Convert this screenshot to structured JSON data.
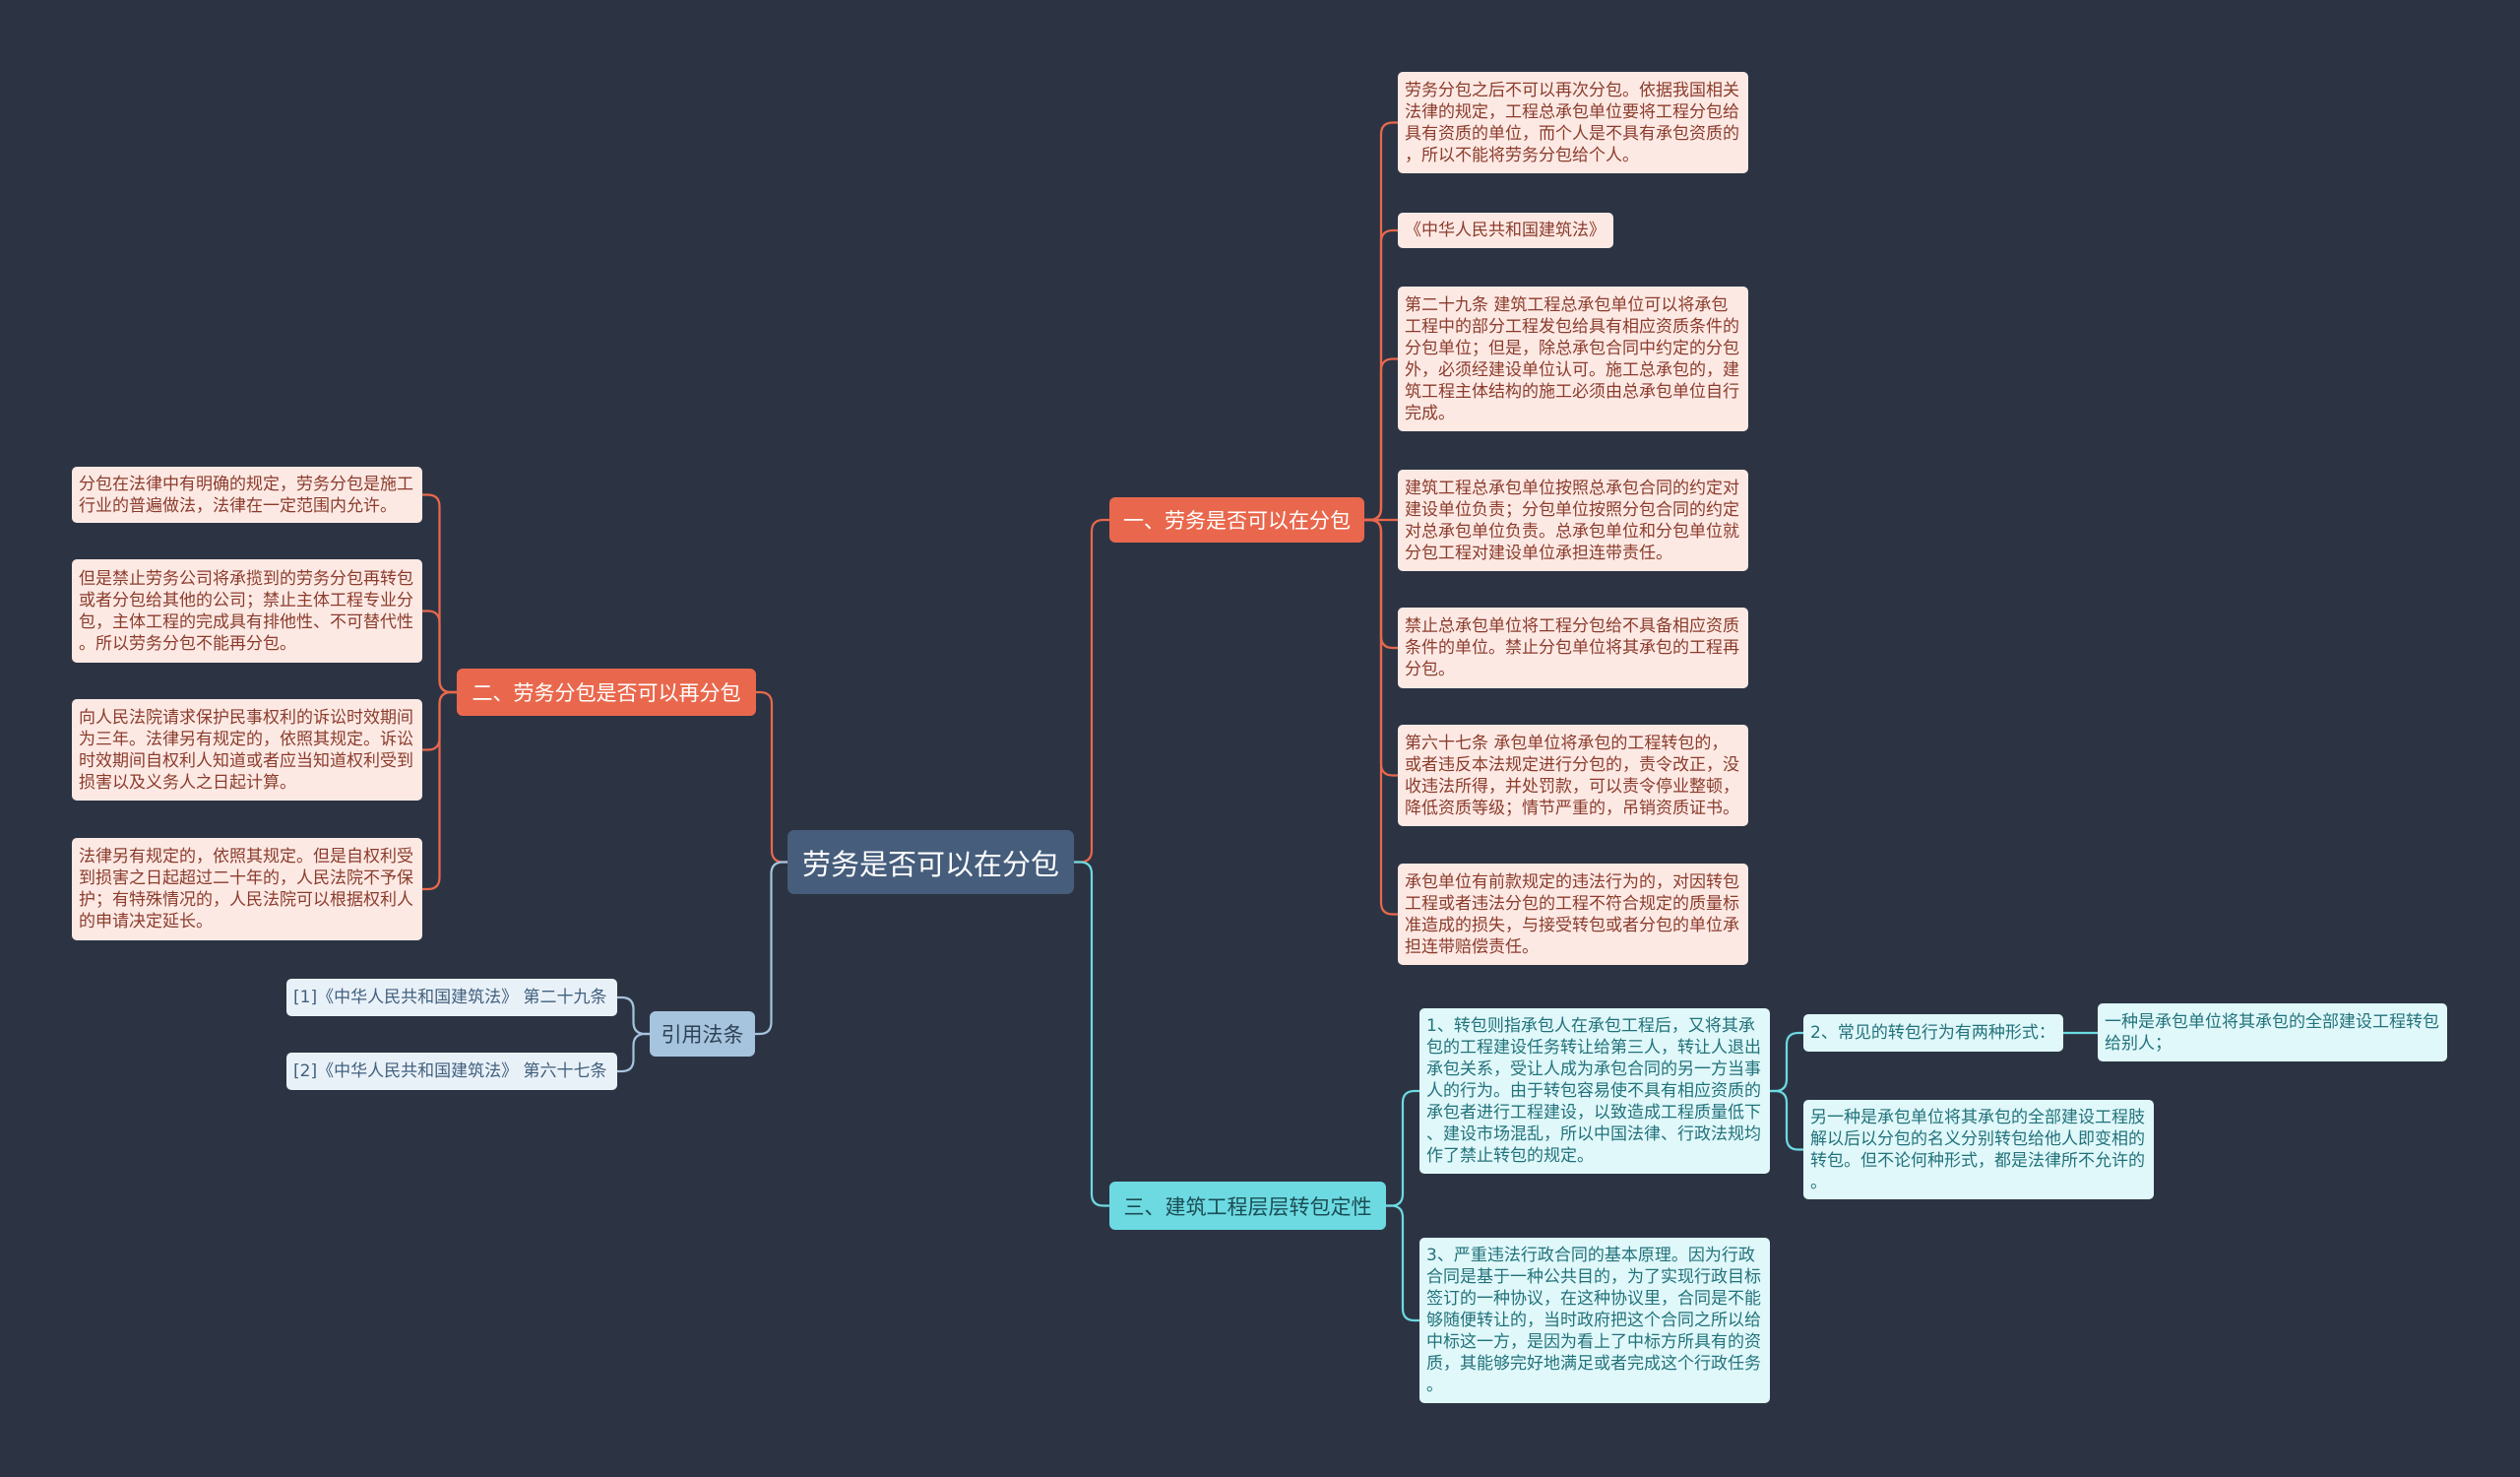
{
  "colors": {
    "background": "#2c3443",
    "central": "#465d7c",
    "central_text": "#ffffff",
    "coral": "#e9684d",
    "coral_label_text": "#ffffff",
    "coral_light": "#fde9e4",
    "coral_text": "#8b3c2c",
    "steel": "#a6c4de",
    "steel_label_text": "#2f4256",
    "steel_light": "#e9f1f8",
    "steel_text": "#41607e",
    "cyan": "#6ddae2",
    "cyan_label_text": "#1b4d54",
    "cyan_light": "#e0f8fa",
    "cyan_text": "#22727b"
  },
  "mindmap": {
    "central": {
      "label": "劳务是否可以在分包"
    },
    "branch_1": {
      "label": "一、劳务是否可以在分包",
      "items": [
        "劳务分包之后不可以再次分包。依据我国相关\n法律的规定，工程总承包单位要将工程分包给\n具有资质的单位，而个人是不具有承包资质的\n，所以不能将劳务分包给个人。",
        "《中华人民共和国建筑法》",
        "第二十九条 建筑工程总承包单位可以将承包\n工程中的部分工程发包给具有相应资质条件的\n分包单位；但是，除总承包合同中约定的分包\n外，必须经建设单位认可。施工总承包的，建\n筑工程主体结构的施工必须由总承包单位自行\n完成。",
        "建筑工程总承包单位按照总承包合同的约定对\n建设单位负责；分包单位按照分包合同的约定\n对总承包单位负责。总承包单位和分包单位就\n分包工程对建设单位承担连带责任。",
        "禁止总承包单位将工程分包给不具备相应资质\n条件的单位。禁止分包单位将其承包的工程再\n分包。",
        "第六十七条 承包单位将承包的工程转包的，\n或者违反本法规定进行分包的，责令改正，没\n收违法所得，并处罚款，可以责令停业整顿，\n降低资质等级；情节严重的，吊销资质证书。",
        "承包单位有前款规定的违法行为的，对因转包\n工程或者违法分包的工程不符合规定的质量标\n准造成的损失，与接受转包或者分包的单位承\n担连带赔偿责任。"
      ]
    },
    "branch_2": {
      "label": "二、劳务分包是否可以再分包",
      "items": [
        "分包在法律中有明确的规定，劳务分包是施工\n行业的普遍做法，法律在一定范围内允许。",
        "但是禁止劳务公司将承揽到的劳务分包再转包\n或者分包给其他的公司；禁止主体工程专业分\n包，主体工程的完成具有排他性、不可替代性\n。所以劳务分包不能再分包。",
        "向人民法院请求保护民事权利的诉讼时效期间\n为三年。法律另有规定的，依照其规定。诉讼\n时效期间自权利人知道或者应当知道权利受到\n损害以及义务人之日起计算。",
        "法律另有规定的，依照其规定。但是自权利受\n到损害之日起超过二十年的，人民法院不予保\n护；有特殊情况的，人民法院可以根据权利人\n的申请决定延长。"
      ]
    },
    "references": {
      "label": "引用法条",
      "items": [
        "[1]《中华人民共和国建筑法》 第二十九条",
        "[2]《中华人民共和国建筑法》 第六十七条"
      ]
    },
    "branch_3": {
      "label": "三、建筑工程层层转包定性",
      "point_1": {
        "text": "1、转包则指承包人在承包工程后，又将其承\n包的工程建设任务转让给第三人，转让人退出\n承包关系，受让人成为承包合同的另一方当事\n人的行为。由于转包容易使不具有相应资质的\n承包者进行工程建设，以致造成工程质量低下\n、建设市场混乱，所以中国法律、行政法规均\n作了禁止转包的规定。",
        "children": [
          {
            "text": "2、常见的转包行为有两种形式：",
            "children": [
              {
                "text": "一种是承包单位将其承包的全部建设工程转包\n给别人；"
              }
            ]
          },
          {
            "text": "另一种是承包单位将其承包的全部建设工程肢\n解以后以分包的名义分别转包给他人即变相的\n转包。但不论何种形式，都是法律所不允许的\n。"
          }
        ]
      },
      "point_3": {
        "text": "3、严重违法行政合同的基本原理。因为行政\n合同是基于一种公共目的，为了实现行政目标\n签订的一种协议，在这种协议里，合同是不能\n够随便转让的，当时政府把这个合同之所以给\n中标这一方，是因为看上了中标方所具有的资\n质，其能够完好地满足或者完成这个行政任务\n。"
      }
    }
  }
}
